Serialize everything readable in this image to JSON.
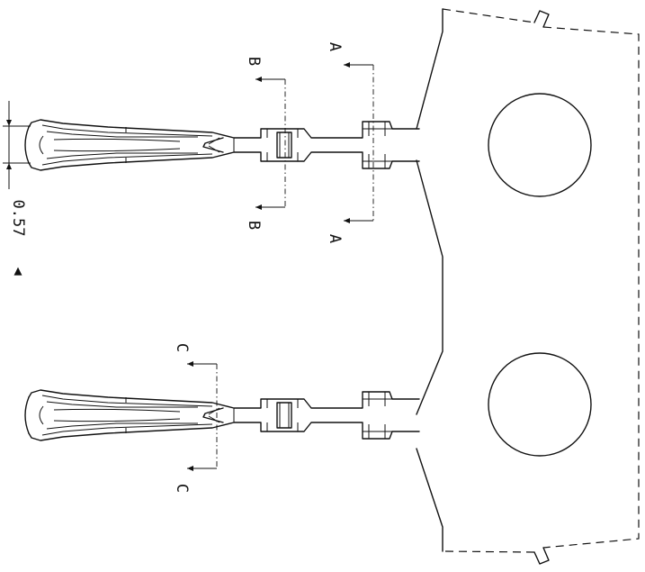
{
  "drawing": {
    "dimension_value": "0.57",
    "dimension_marker": "▲",
    "section_labels": {
      "a": "A",
      "b": "B",
      "c": "C"
    }
  }
}
